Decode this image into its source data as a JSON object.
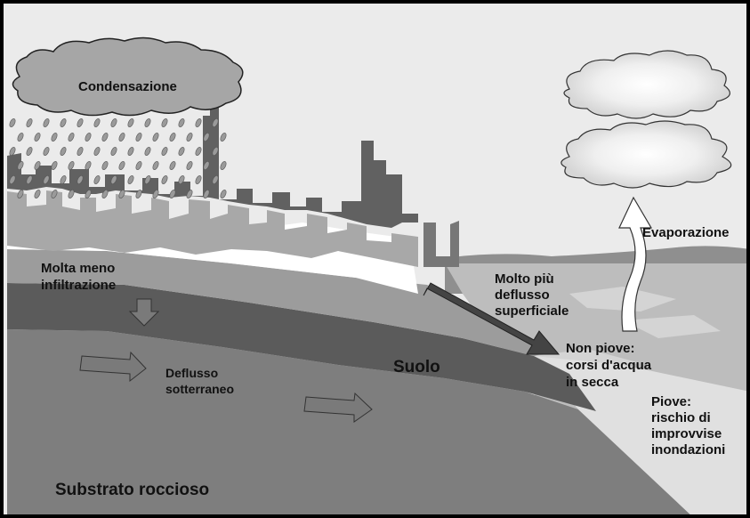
{
  "labels": {
    "condensation": "Condensazione",
    "evaporation": "Evaporazione",
    "infiltration": [
      "Molta meno",
      "infiltrazione"
    ],
    "runoff": [
      "Molto più",
      "deflusso",
      "superficiale"
    ],
    "subsurface": [
      "Deflusso",
      "sotterraneo"
    ],
    "soil": "Suolo",
    "no_rain": [
      "Non piove:",
      "corsi d'acqua",
      "in secca"
    ],
    "rain": [
      "Piove:",
      "rischio di",
      "improvvise",
      "inondazioni"
    ],
    "bedrock": "Substrato roccioso"
  },
  "colors": {
    "sky": "#ebebeb",
    "cloud": "#a6a6a6",
    "rain_drop": "#9a9a9a",
    "city_dark": "#616161",
    "city_light": "#a8a8a8",
    "snow_band": "#ffffff",
    "upper_soil": "#9c9c9c",
    "soil_band": "#5b5b5b",
    "bedrock": "#7e7e7e",
    "water": "#bdbdbd",
    "arrow": "#7a7a7a",
    "frame": "#000000"
  }
}
